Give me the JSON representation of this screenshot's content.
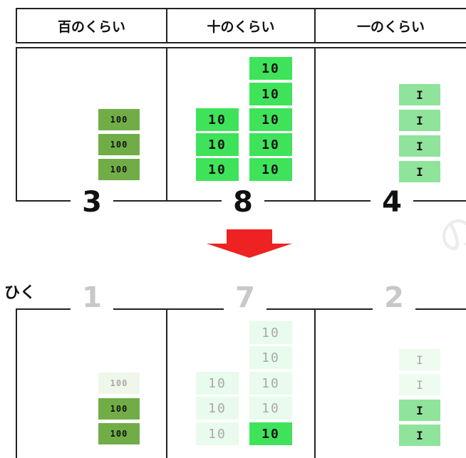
{
  "headers": [
    "百のくらい",
    "十のくらい",
    "一のくらい"
  ],
  "top": {
    "digits": [
      "3",
      "8",
      "4"
    ],
    "hundreds": [
      "100",
      "100",
      "100"
    ],
    "tens_left": [
      "10",
      "10",
      "10"
    ],
    "tens_right": [
      "10",
      "10",
      "10",
      "10",
      "10"
    ],
    "ones": [
      "I",
      "I",
      "I",
      "I"
    ]
  },
  "arrow": {
    "color": "#ee2222"
  },
  "bottom": {
    "label": "ひく",
    "digits": [
      "1",
      "7",
      "2"
    ],
    "hundreds": [
      "100",
      "100",
      "100"
    ],
    "tens_left": [
      "10",
      "10",
      "10"
    ],
    "tens_right": [
      "10",
      "10",
      "10",
      "10",
      "10"
    ],
    "ones": [
      "I",
      "I",
      "I",
      "I"
    ]
  },
  "colors": {
    "hundred_block": "#70ad47",
    "ten_block": "#3ee35a",
    "one_block": "#8fe39b"
  }
}
